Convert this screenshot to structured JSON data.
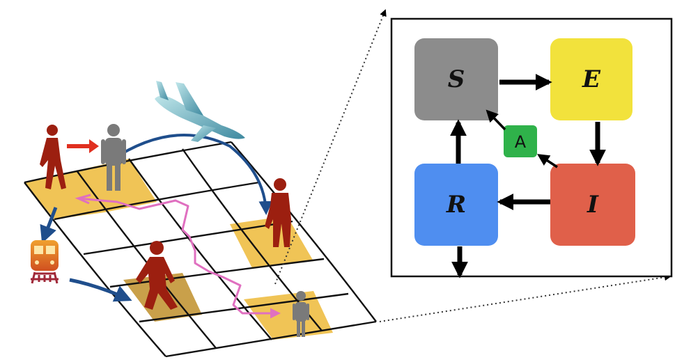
{
  "model": {
    "compartments": {
      "S": {
        "label": "S",
        "color": "#8c8c8c"
      },
      "E": {
        "label": "E",
        "color": "#f2e23c"
      },
      "I": {
        "label": "I",
        "color": "#e0604a"
      },
      "R": {
        "label": "R",
        "color": "#4f8ef0"
      },
      "A": {
        "label": "A",
        "color": "#2fb24a"
      }
    }
  },
  "colors": {
    "grid_line": "#111111",
    "highlight_cell": "#f0c456",
    "dark_highlight_cell": "#c9a04a",
    "person_red": "#9c1f10",
    "person_gray": "#7a7a7a",
    "travel_arrow": "#1f4e8c",
    "infection_arrow": "#e03020",
    "movement_path": "#e070c0",
    "flow_arrow": "#000000"
  },
  "icons": {
    "airplane": "airplane-icon",
    "train": "train-icon",
    "person": "person-icon"
  }
}
